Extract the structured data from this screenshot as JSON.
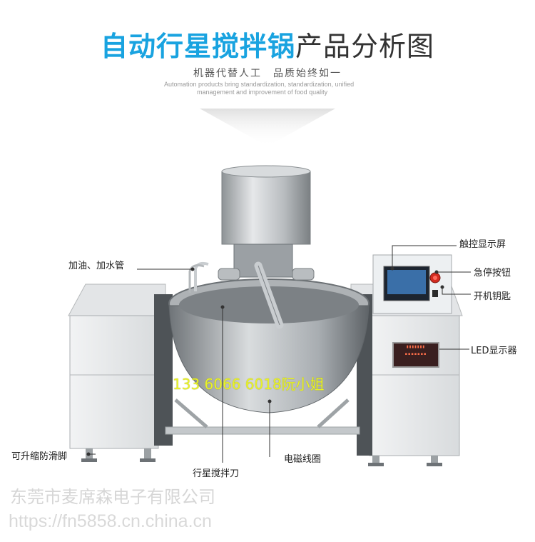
{
  "header": {
    "title_highlight": "自动行星搅拌锅",
    "title_rest": "产品分析图",
    "subtitle": "机器代替人工　品质始终如一",
    "english_line1": "Automation products bring standardization, standardization, unified",
    "english_line2": "management and improvement of food quality"
  },
  "callouts": {
    "oil_water_pipe": "加油、加水管",
    "touch_screen": "触控显示屏",
    "emergency_stop": "急停按钮",
    "power_key": "开机钥匙",
    "led_display": "LED显示器",
    "adjustable_feet": "可升缩防滑脚",
    "planetary_blade": "行星搅拌刀",
    "induction_coil": "电磁线圈"
  },
  "overlay": {
    "phone": "133 6066 6018阮小姐"
  },
  "watermark": {
    "company": "东莞市麦席森电子有限公司",
    "url": "https://fn5858.cn.china.cn"
  },
  "colors": {
    "accent": "#19a3e0",
    "phone": "#e9f229",
    "steel": "#c9cdd0"
  }
}
